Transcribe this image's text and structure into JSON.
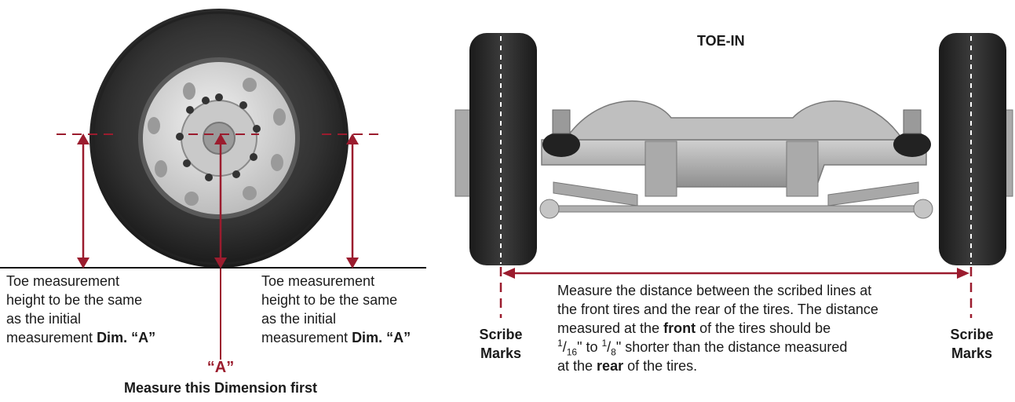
{
  "title": "TOE-IN",
  "left_note": {
    "line1": "Toe measurement",
    "line2": "height to be the same",
    "line3": "as the initial",
    "line4_prefix": "measurement ",
    "line4_bold": "Dim. “A”"
  },
  "right_note": {
    "line1": "Toe measurement",
    "line2": "height to be the same",
    "line3": "as the initial",
    "line4_prefix": "measurement ",
    "line4_bold": "Dim. “A”"
  },
  "dim_label": "“A”",
  "dim_caption": "Measure this Dimension first",
  "scribe_left": {
    "line1": "Scribe",
    "line2": "Marks"
  },
  "scribe_right": {
    "line1": "Scribe",
    "line2": "Marks"
  },
  "instruction": {
    "line1": "Measure the distance between the scribed lines at",
    "line2": "the front tires and the rear of the tires. The distance",
    "line3_prefix": "measured at the ",
    "line3_bold": "front",
    "line3_suffix": " of the tires should be",
    "frac1_num": "1",
    "frac1_den": "16",
    "frac_mid": "\" to ",
    "frac2_num": "1",
    "frac2_den": "8",
    "line4_suffix": "\"  shorter than the distance measured",
    "line5_prefix": "at the ",
    "line5_bold": "rear",
    "line5_suffix": " of the tires."
  },
  "colors": {
    "accent": "#9b1c2e",
    "tire": "#2b2b2b",
    "axle": "#b4b4b4"
  }
}
